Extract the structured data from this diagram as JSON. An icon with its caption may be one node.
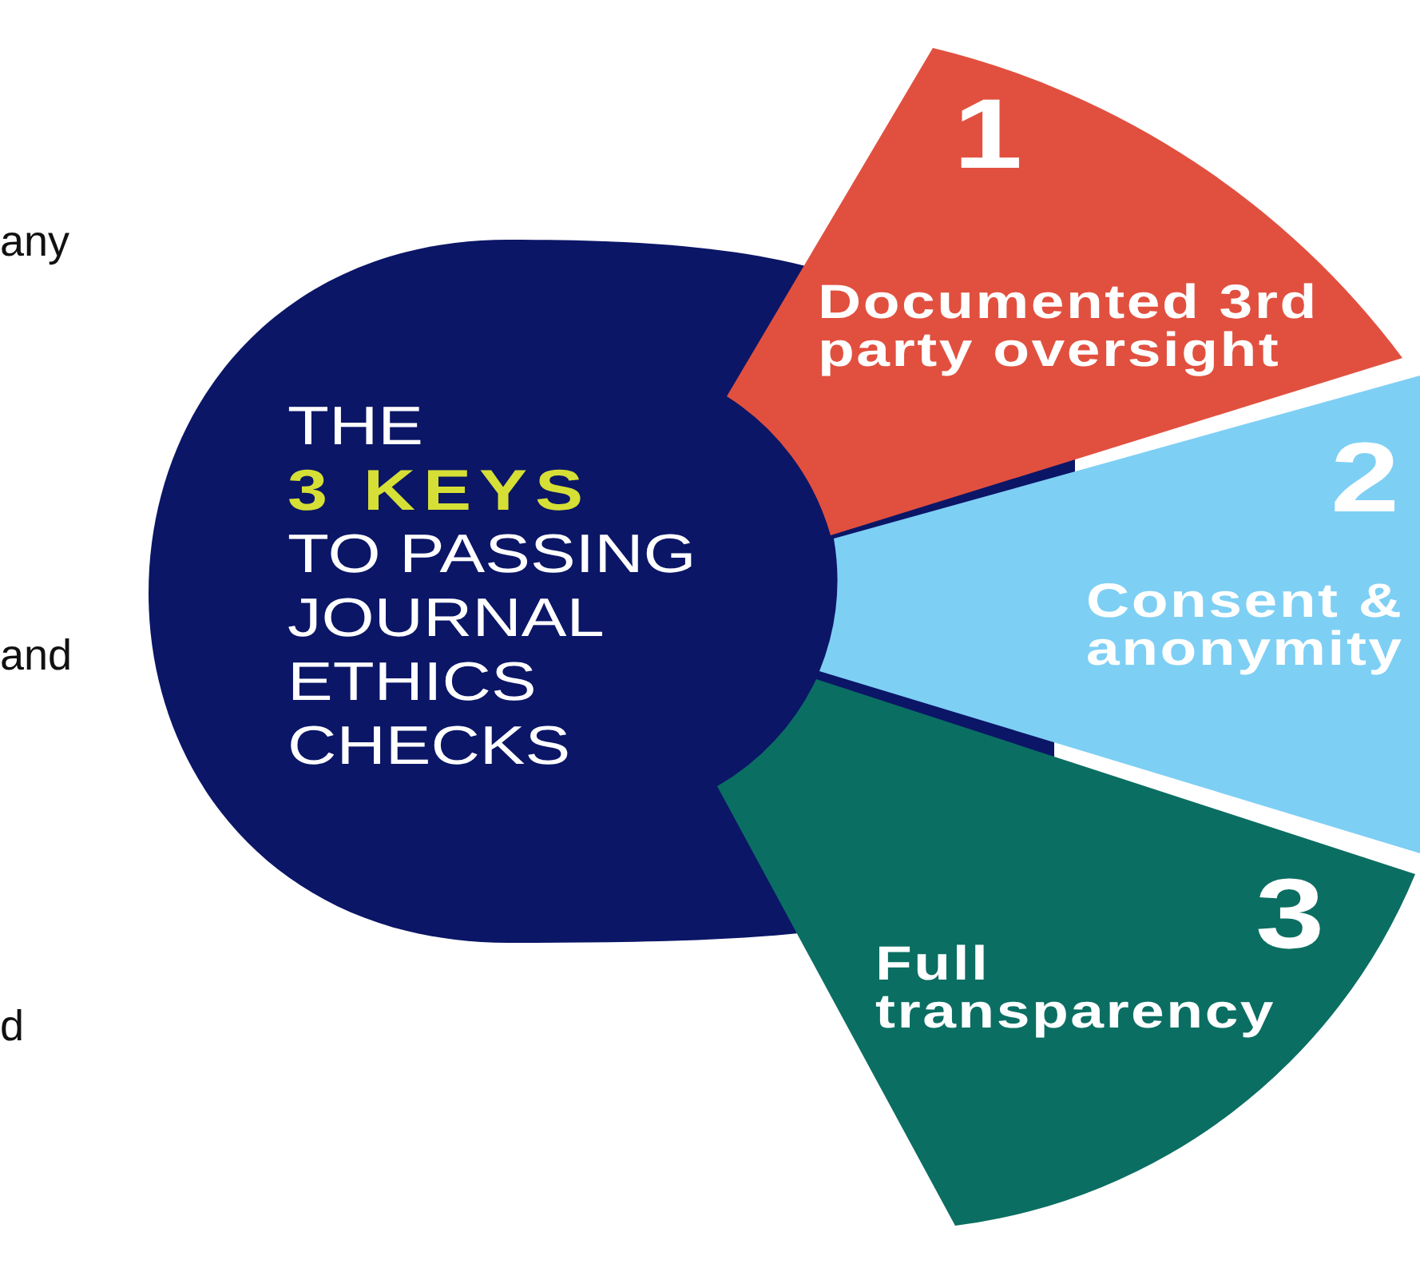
{
  "diagram": {
    "nodes": [
      {
        "text": [
          "THE **3 KEYS** TO PASSING JOURNAL ETHICS CHECKS"
        ]
      },
      {
        "text": [
          "1",
          "Documented 3rd party oversight"
        ]
      },
      {
        "text": [
          "2",
          "Consent & anonymity"
        ]
      },
      {
        "text": [
          "3",
          "Full transparency"
        ]
      }
    ],
    "labels": [
      "any",
      "and",
      "d"
    ]
  }
}
